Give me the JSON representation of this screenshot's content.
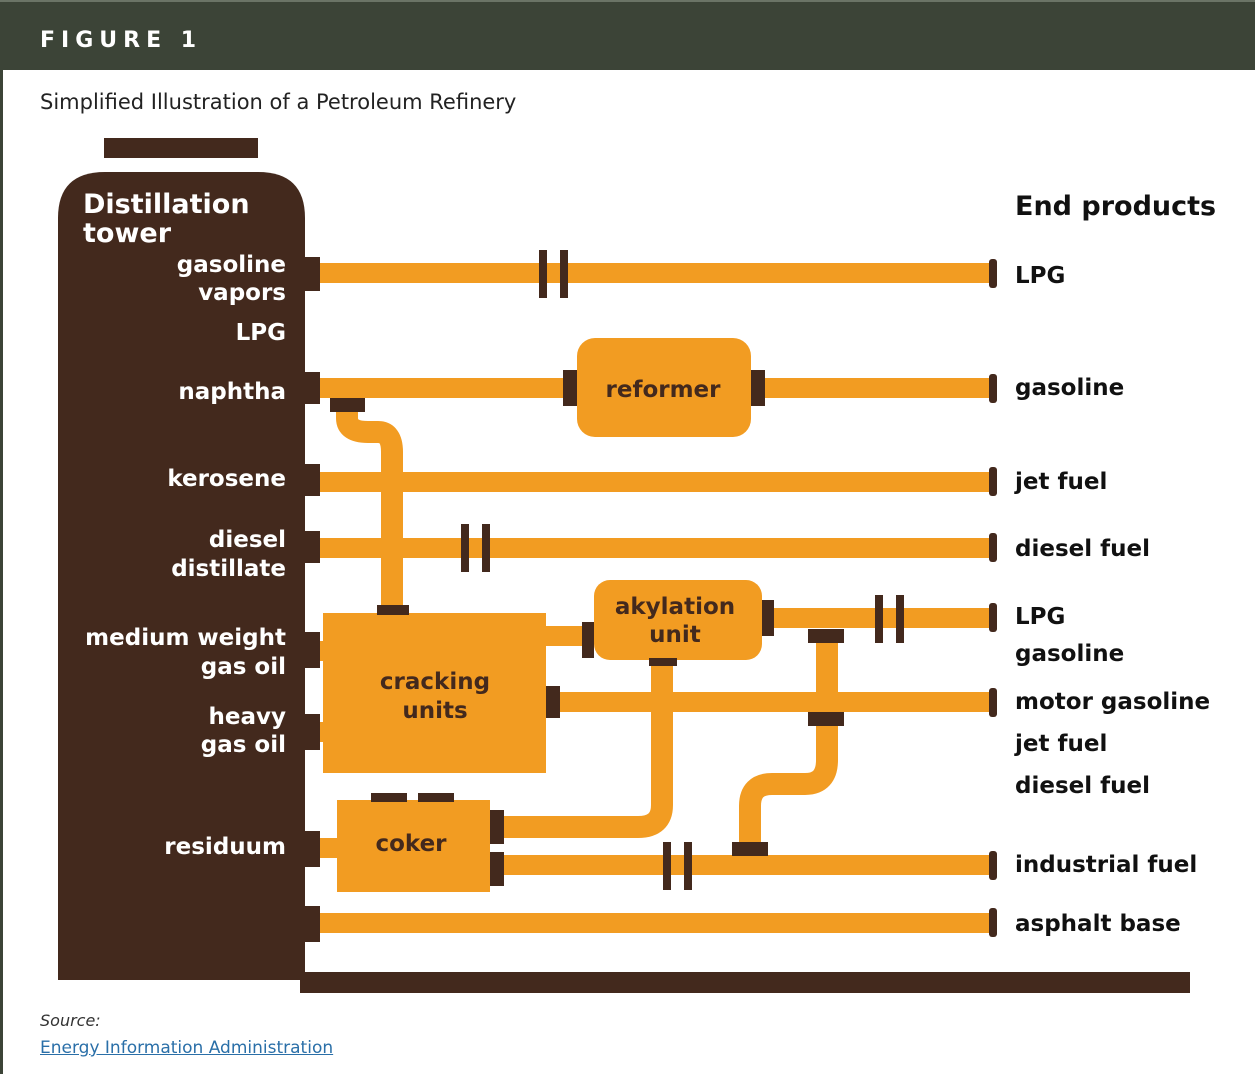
{
  "header": {
    "figure_label": "FIGURE 1",
    "subtitle": "Simplified Illustration of a Petroleum Refinery"
  },
  "colors": {
    "header_bg": "#3c4437",
    "tower": "#43291d",
    "pipe": "#f29c22",
    "connector": "#43291d",
    "link": "#2a6fa8"
  },
  "diagram": {
    "tower_title": [
      "Distillation",
      "tower"
    ],
    "end_products_title": "End products",
    "fractions": {
      "gasoline_vapors": [
        "gasoline",
        "vapors"
      ],
      "lpg": "LPG",
      "naphtha": "naphtha",
      "kerosene": "kerosene",
      "diesel_distillate": [
        "diesel",
        "distillate"
      ],
      "medium_gas_oil": [
        "medium weight",
        "gas oil"
      ],
      "heavy_gas_oil": [
        "heavy",
        "gas oil"
      ],
      "residuum": "residuum"
    },
    "units": {
      "reformer": "reformer",
      "alkylation": [
        "akylation",
        "unit"
      ],
      "cracking": [
        "cracking",
        "units"
      ],
      "coker": "coker"
    },
    "products": {
      "lpg": "LPG",
      "gasoline": "gasoline",
      "jet_fuel": "jet fuel",
      "diesel_fuel": "diesel fuel",
      "alky_lpg": "LPG",
      "alky_gasoline": "gasoline",
      "motor_gasoline": "motor gasoline",
      "crack_jet_fuel": "jet fuel",
      "crack_diesel_fuel": "diesel fuel",
      "industrial_fuel": "industrial fuel",
      "asphalt_base": "asphalt base"
    }
  },
  "source": {
    "label": "Source:",
    "link_text": "Energy Information Administration"
  }
}
